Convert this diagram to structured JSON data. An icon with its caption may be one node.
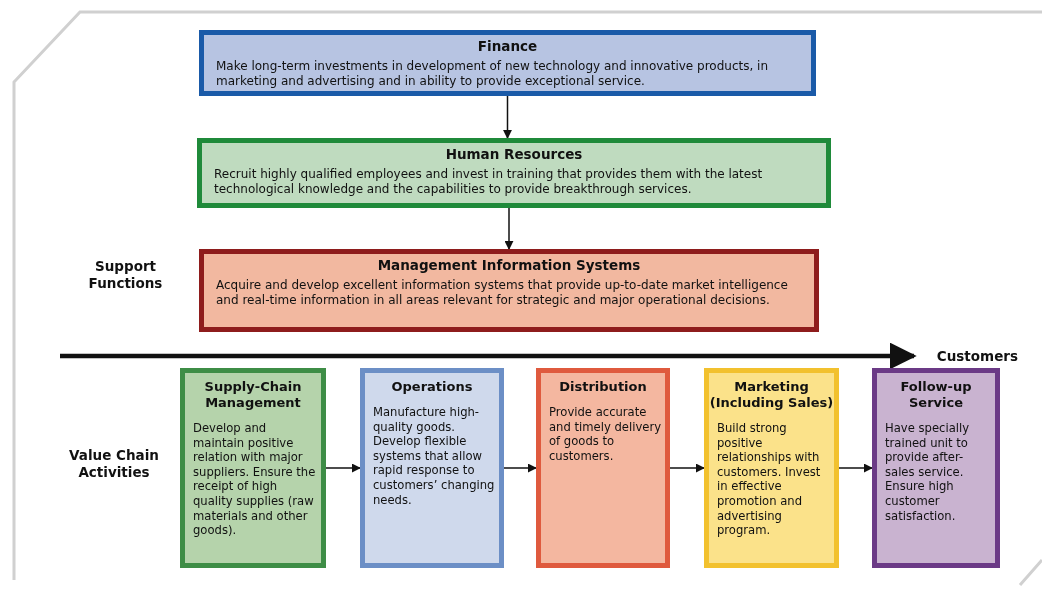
{
  "diagram": {
    "nodes": [
      {
        "text": [
          "Finance",
          "Make long-term investments in development of new technology and innovative products, in marketing and advertising and in ability to provide exceptional service."
        ]
      },
      {
        "text": [
          "Human Resources",
          "Recruit highly qualified employees and invest in training that provides them with the latest technological knowledge and the capabilities to provide breakthrough services."
        ]
      },
      {
        "text": [
          "Management Information Systems",
          "Acquire and develop excellent information systems that provide up-to-date market intelligence and real-time information in all areas relevant for strategic and major operational decisions."
        ]
      },
      {
        "text": [
          "Supply-Chain Management",
          "Develop and maintain positive relation with major suppliers. Ensure the receipt of high quality supplies (raw materials and other goods)."
        ]
      },
      {
        "text": [
          "Operations",
          "Manufacture high-quality goods. Develop flexible systems that allow rapid response to customers’ changing needs."
        ]
      },
      {
        "text": [
          "Distribution",
          "Provide accurate and timely delivery of goods to customers."
        ]
      },
      {
        "text": [
          "Marketing (Including Sales)",
          "Build strong positive relationships with customers. Invest in effective promotion and advertising program."
        ]
      },
      {
        "text": [
          "Follow-up Service",
          "Have specially trained unit to provide after-sales service. Ensure high customer satisfaction."
        ]
      },
      {
        "text": [
          "Customers"
        ]
      }
    ],
    "edges": [
      {
        "from": 0,
        "to": 1,
        "arrow": "to"
      },
      {
        "from": 1,
        "to": 2,
        "arrow": "to"
      },
      {
        "from": 3,
        "to": 4,
        "arrow": "to"
      },
      {
        "from": 4,
        "to": 5,
        "arrow": "to"
      },
      {
        "from": 5,
        "to": 6,
        "arrow": "to"
      },
      {
        "from": 6,
        "to": 7,
        "arrow": "to"
      },
      {
        "from": null,
        "to": 8,
        "arrow": "to",
        "style": "thick"
      }
    ],
    "labels": [
      "Support Functions",
      "Value Chain Activities"
    ]
  }
}
